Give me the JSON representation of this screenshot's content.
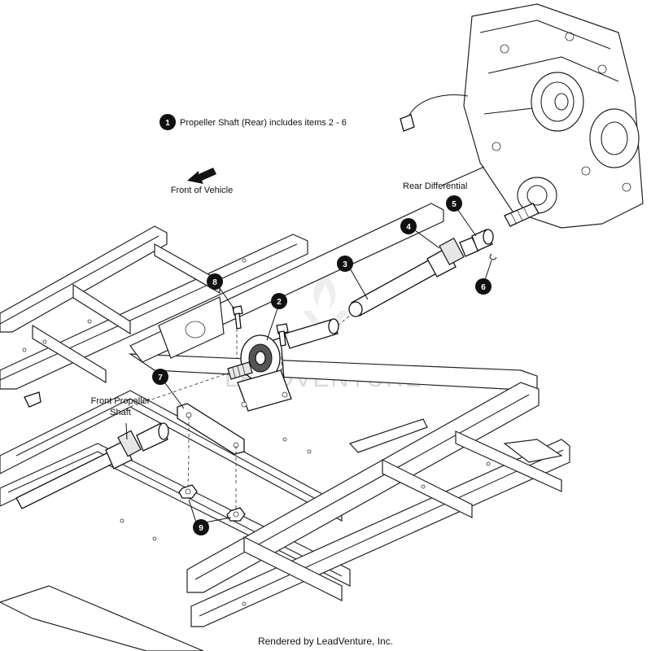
{
  "note": {
    "number": "1",
    "text": "Propeller Shaft (Rear) includes items 2 - 6"
  },
  "direction": {
    "label": "Front of Vehicle",
    "icon": "arrow-front-icon"
  },
  "labels": {
    "rear_differential": "Rear Differential",
    "front_propeller_shaft_line1": "Front Propeller",
    "front_propeller_shaft_line2": "Shaft"
  },
  "callouts": [
    {
      "id": "c2",
      "number": "2"
    },
    {
      "id": "c3",
      "number": "3"
    },
    {
      "id": "c4",
      "number": "4"
    },
    {
      "id": "c5",
      "number": "5"
    },
    {
      "id": "c6",
      "number": "6"
    },
    {
      "id": "c7",
      "number": "7"
    },
    {
      "id": "c8",
      "number": "8"
    },
    {
      "id": "c9",
      "number": "9"
    }
  ],
  "watermark": "LEADVENTURE",
  "footer": "Rendered by LeadVenture, Inc."
}
